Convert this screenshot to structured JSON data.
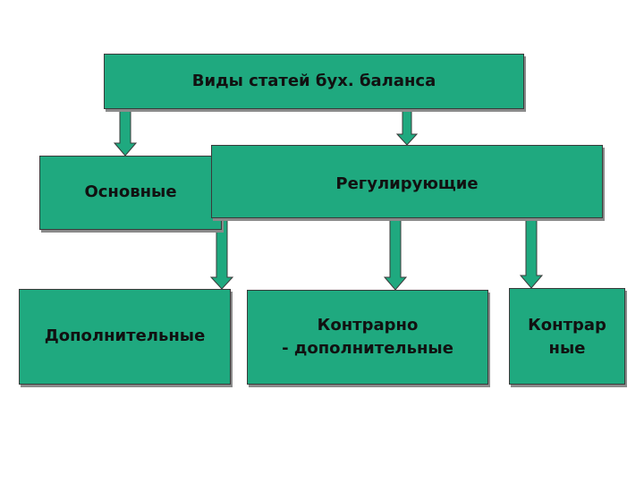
{
  "diagram": {
    "root": "Виды статей бух. баланса",
    "main": "Основные",
    "regulating": "Регулирующие",
    "additional": "Дополнительные",
    "contra_additional": "Контрарно\n- дополнительные",
    "contra": "Контрар\nные"
  },
  "colors": {
    "box_fill": "#1fa97f",
    "arrow_fill": "#1fa97f",
    "border": "#3a3a3a"
  }
}
